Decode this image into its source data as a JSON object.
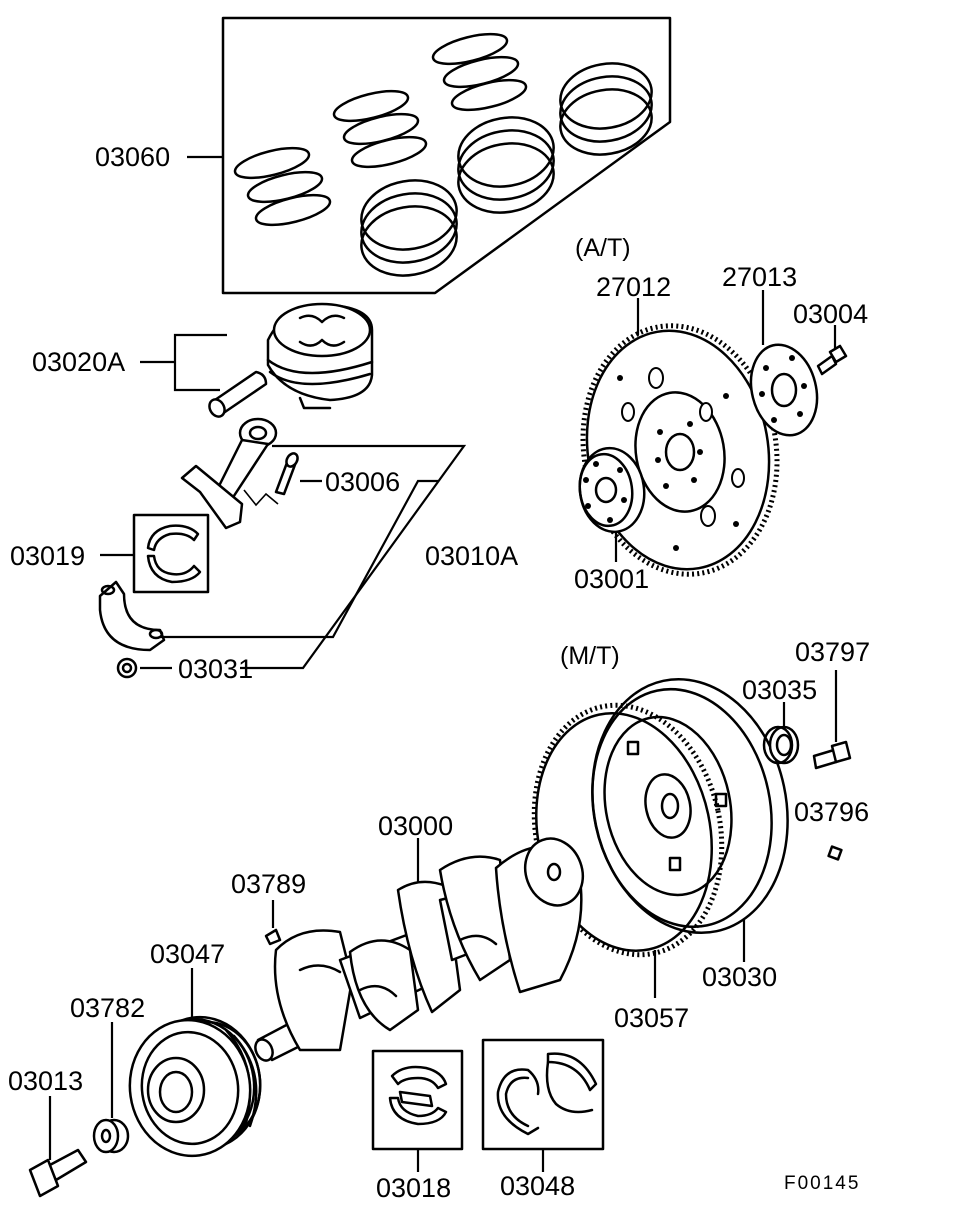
{
  "section_labels": {
    "automatic_transmission": "(A/T)",
    "manual_transmission": "(M/T)"
  },
  "parts": [
    {
      "id": "03060"
    },
    {
      "id": "03020A"
    },
    {
      "id": "03006"
    },
    {
      "id": "03019"
    },
    {
      "id": "03010A"
    },
    {
      "id": "03031"
    },
    {
      "id": "27012"
    },
    {
      "id": "27013"
    },
    {
      "id": "03004"
    },
    {
      "id": "03001"
    },
    {
      "id": "03797"
    },
    {
      "id": "03035"
    },
    {
      "id": "03796"
    },
    {
      "id": "03000"
    },
    {
      "id": "03789"
    },
    {
      "id": "03047"
    },
    {
      "id": "03782"
    },
    {
      "id": "03013"
    },
    {
      "id": "03030"
    },
    {
      "id": "03057"
    },
    {
      "id": "03018"
    },
    {
      "id": "03048"
    }
  ],
  "figure_code": "F00145"
}
